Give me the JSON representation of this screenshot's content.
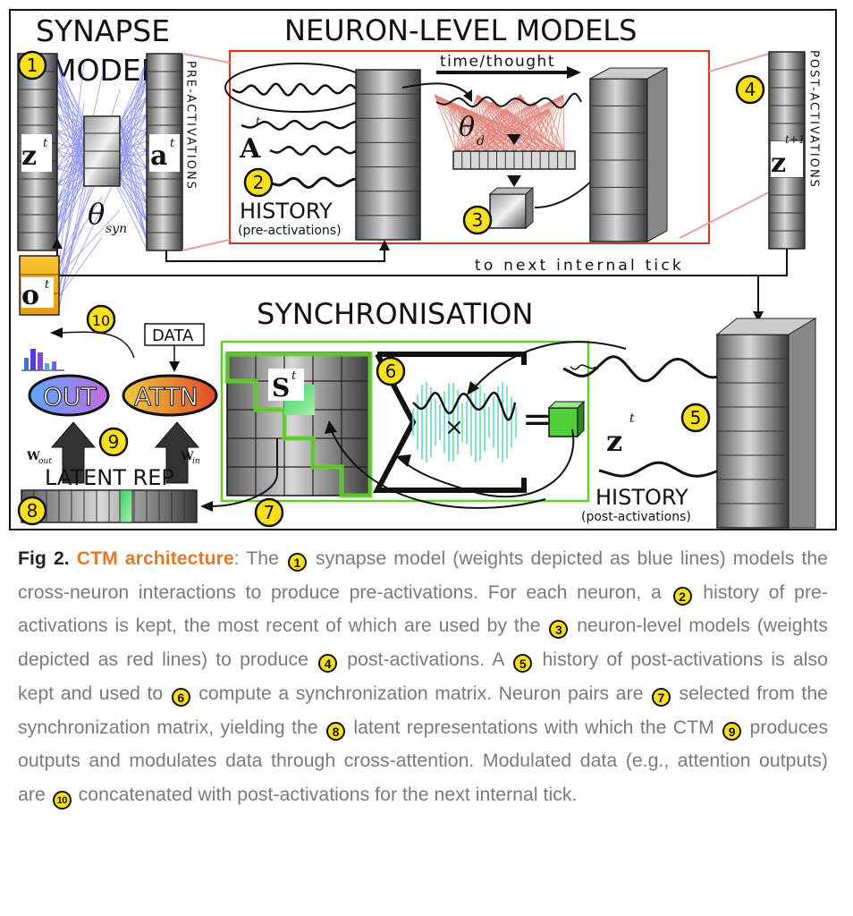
{
  "diagram": {
    "headings": {
      "synapse": "SYNAPSE",
      "model": "MODEL",
      "neuron_level": "NEURON-LEVEL MODELS",
      "synchronisation": "SYNCHRONISATION"
    },
    "vertical_labels": {
      "pre_activations": "PRE-ACTIVATIONS",
      "post_activations": "POST-ACTIVATIONS"
    },
    "symbols": {
      "z": "z",
      "z_sup": "t",
      "a": "a",
      "a_sup": "t",
      "theta": "θ",
      "theta_sub": "syn",
      "A": "A",
      "A_sup": "t",
      "theta_d": "θ",
      "theta_d_sub": "d",
      "z_next": "z",
      "z_next_sup": "t+1",
      "o": "o",
      "o_sup": "t",
      "s": "S",
      "s_sup": "t",
      "z_sync": "z",
      "z_sync_sup": "t",
      "times": "×",
      "equals": "=",
      "w_out": "W",
      "w_out_sub": "out",
      "w_in": "W",
      "w_in_sub": "in"
    },
    "labels": {
      "history": "HISTORY",
      "pre_activations": "(pre-activations)",
      "post_activations": "(post-activations)",
      "time_thought": "time/thought",
      "next_tick": "to next internal tick",
      "data": "DATA",
      "out": "OUT",
      "attn": "ATTN",
      "latent_rep": "LATENT REP"
    },
    "badges": [
      "1",
      "2",
      "3",
      "4",
      "5",
      "6",
      "7",
      "8",
      "9",
      "10"
    ],
    "colors": {
      "synapse_lines": "#3a44e0",
      "neuron_lines": "#d23a2a",
      "badge_fill": "#f8e11c",
      "sync_green": "#5fd12a",
      "cube_green": "#4fcf3a",
      "output_yellow": "#f2b21f",
      "out_gradient_start": "#5aa8ff",
      "out_gradient_end": "#c26bd9",
      "attn_gradient_start": "#f0cc3c",
      "attn_gradient_end": "#e04a2a"
    }
  },
  "caption": {
    "fig_label": "Fig 2.",
    "title": "CTM architecture",
    "parts": [
      ": The ",
      " synapse model (weights depicted as blue lines) models the cross-neuron interactions to produce pre-activations. For each neuron, a ",
      " history of pre-activations is kept, the most recent of which are used by the ",
      " neuron-level models (weights depicted as red lines) to produce ",
      " post-activations. A ",
      " history of post-activations is also kept and used to ",
      " compute a synchronization matrix. Neuron pairs are ",
      " selected from the synchronization matrix, yielding the ",
      " latent representations with which the CTM ",
      " produces outputs and modulates data through cross-attention. Modulated data (e.g., attention outputs) are ",
      " concatenated with post-activations for the next internal tick."
    ]
  }
}
